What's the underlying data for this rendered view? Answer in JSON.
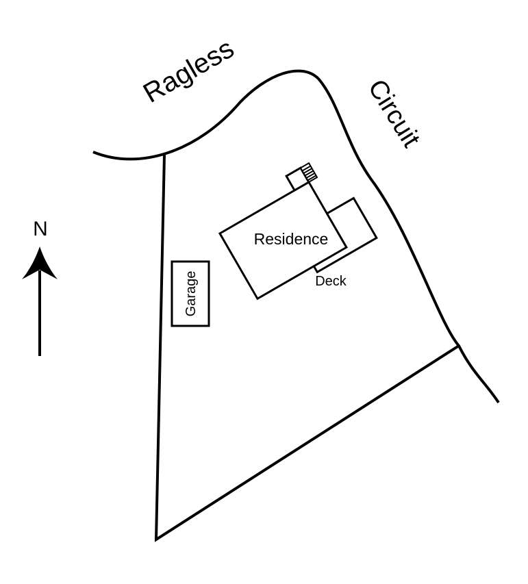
{
  "streets": {
    "north": "Ragless",
    "east": "Circuit"
  },
  "compass": {
    "label": "N"
  },
  "buildings": {
    "residence": "Residence",
    "deck": "Deck",
    "garage": "Garage"
  },
  "colors": {
    "ink": "#000000",
    "paper": "#ffffff"
  }
}
